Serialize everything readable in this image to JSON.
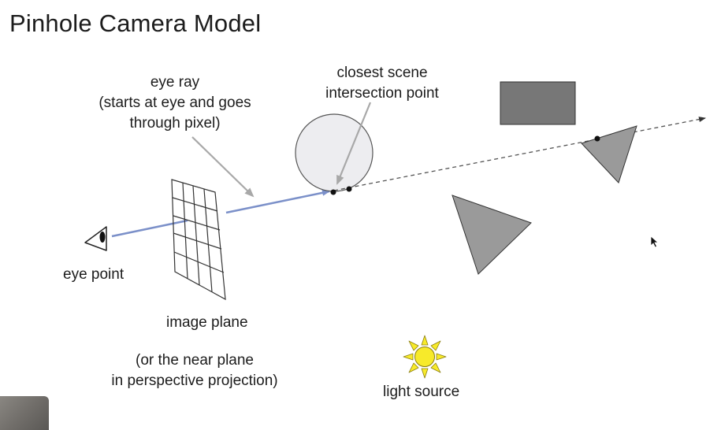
{
  "title": "Pinhole Camera Model",
  "labels": {
    "eye_ray": [
      "eye ray",
      "(starts at eye and goes",
      "through pixel)"
    ],
    "closest_point": [
      "closest scene",
      "intersection point"
    ],
    "eye_point": "eye point",
    "image_plane": "image plane",
    "near_plane": [
      "(or the near plane",
      "in perspective projection)"
    ],
    "light_source": "light source"
  },
  "colors": {
    "ray": "#7b90c9",
    "shape_fill": "#9a9a9a",
    "rect_fill": "#777777",
    "sphere_fill": "#ededf0",
    "sun": "#f7ea2a",
    "annotation_arrow": "#a8a8a8"
  }
}
